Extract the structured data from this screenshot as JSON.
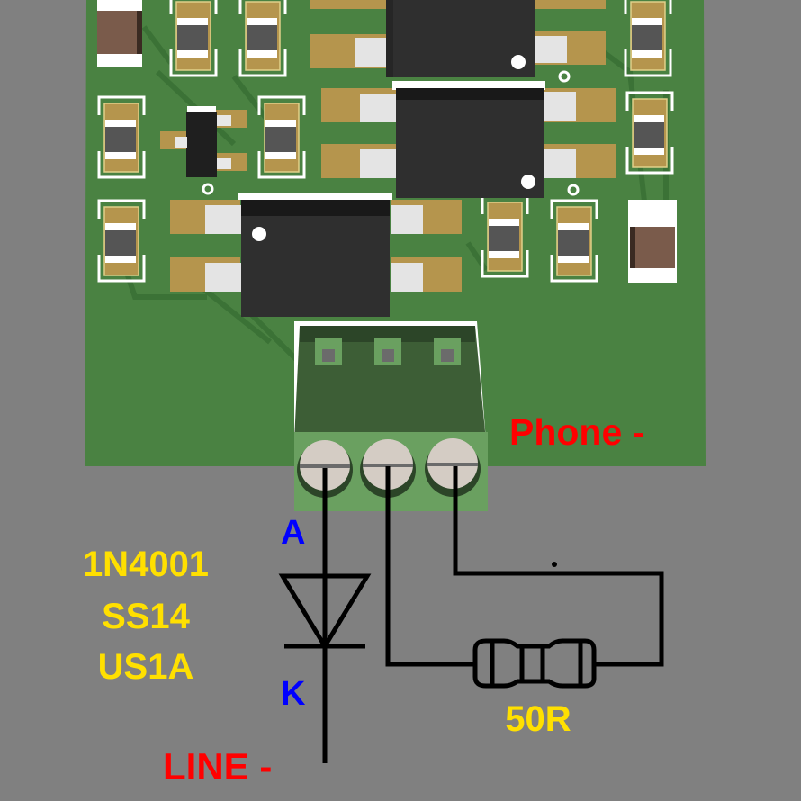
{
  "labels": {
    "phone": "Phone -",
    "line": "LINE -",
    "anode": "A",
    "cathode": "K",
    "diode_parts": [
      "1N4001",
      "SS14",
      "US1A"
    ],
    "resistor_value": "50R"
  },
  "colors": {
    "background": "#808080",
    "pcb": "#4a8242",
    "pcb_trace": "#3b7236",
    "pad": "#b5954d",
    "silk": "#ffffff",
    "ic": "#2f2f2f",
    "terminal_top": "#3d5e36",
    "terminal_front": "#6aa060",
    "screw": "#d4ccc4",
    "phone_label": "#ff0000",
    "line_label": "#ff0000",
    "pin_label": "#0000ff",
    "part_label": "#ffe000",
    "wire": "#000000"
  }
}
